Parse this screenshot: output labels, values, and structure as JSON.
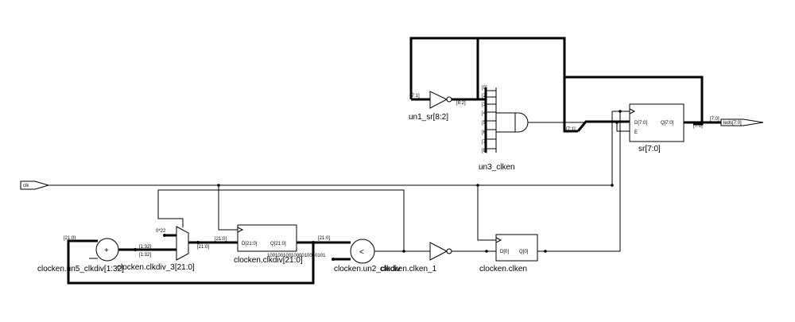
{
  "diagram": {
    "ports": {
      "clk": "clk",
      "leds": "leds[7:0]"
    },
    "instances": {
      "inv_sr": "un1_sr[8:2]",
      "and_clken": "un3_clken",
      "sr_reg": "sr[7:0]",
      "adder": "clocken.un5_clkdiv[1:32]",
      "mux": "clocken.clkdiv_3[21:0]",
      "clkdiv_reg": "clocken.clkdiv[21:0]",
      "comparator": "clocken.un2_clkdiv",
      "inv_clken": "clocken.clken_1",
      "clken_reg": "clocken.clken"
    },
    "bus_labels": {
      "inv_in": "[7:1]",
      "inv_out": "[8:2]",
      "and_inputs": [
        "[0]",
        "[2]",
        "[3]",
        "[4]",
        "[5]",
        "[6]",
        "[7]",
        "[8]"
      ],
      "sr_d_in": "[7:1]",
      "sr_q_out": "[7:0]",
      "leds_in": "[7:0]",
      "adder_in": "[21:0]",
      "adder_out": "[1:32]",
      "mux_const": "0*22",
      "mux_out": "[21:0]",
      "clkdiv_in": "[21:0]",
      "comp_in": "[21:0]",
      "comp_const": "1001001001000010010101"
    },
    "pin_labels": {
      "sr_d": "D[7:0]",
      "sr_q": "Q[7:0]",
      "sr_e": "E",
      "clkdiv_d": "D[21:0]",
      "clkdiv_q": "Q[21:0]",
      "clken_d": "D[0]",
      "clken_q": "Q[0]"
    },
    "symbols": {
      "adder": "+",
      "comparator": "<"
    }
  }
}
